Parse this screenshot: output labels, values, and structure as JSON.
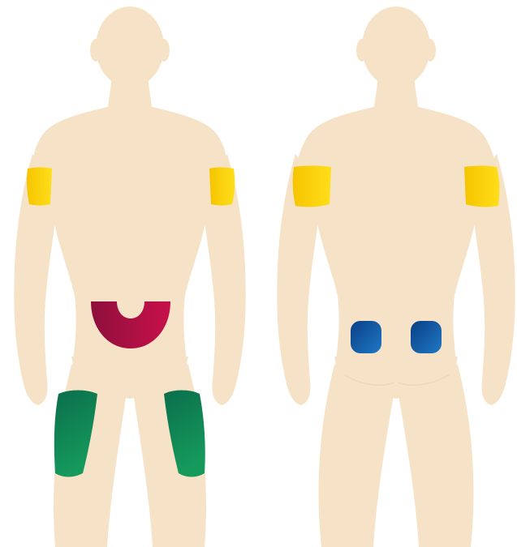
{
  "diagram": {
    "figures": [
      {
        "view": "front"
      },
      {
        "view": "back"
      }
    ],
    "sites": [
      {
        "id": "upper-arm",
        "color_start": "#f6c400",
        "color_end": "#ffde1a"
      },
      {
        "id": "abdomen",
        "color_start": "#8e0f3c",
        "color_end": "#c8104a"
      },
      {
        "id": "thigh",
        "color_start": "#0a6e4b",
        "color_end": "#169a5c"
      },
      {
        "id": "buttock",
        "color_start": "#0a3f86",
        "color_end": "#1f78c4"
      }
    ],
    "skin_color": "#f6e3c7",
    "skin_shadow": "#efd6b3"
  }
}
